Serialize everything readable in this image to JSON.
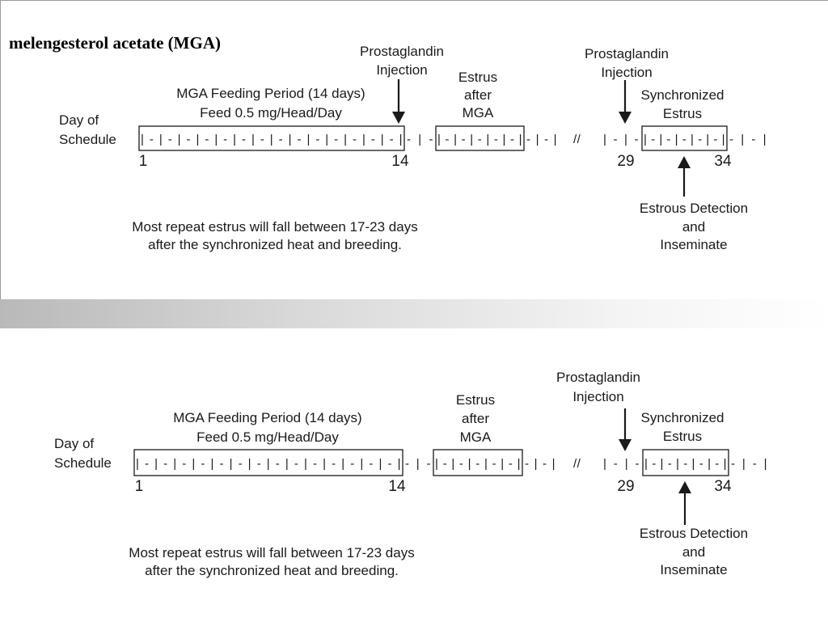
{
  "slides": [
    {
      "heading": "melengesterol acetate (MGA)",
      "day_of": "Day of",
      "schedule": "Schedule",
      "feeding_line1": "MGA Feeding Period (14 days)",
      "feeding_line2": "Feed 0.5 mg/Head/Day",
      "prostaglandin1_line1": "Prostaglandin",
      "prostaglandin1_line2": "Injection",
      "estrus_line1": "Estrus",
      "estrus_line2": "after",
      "estrus_line3": "MGA",
      "prostaglandin2_line1": "Prostaglandin",
      "prostaglandin2_line2": "Injection",
      "synchronized_line1": "Synchronized",
      "synchronized_line2": "Estrus",
      "ruler_feeding": "|-|-|-|-|-|-|-|-|-|-|-|-|-|-|",
      "ruler_gap1": "-|-",
      "ruler_estrus": "|-|-|-|-|-|",
      "ruler_gap2": "-|-|",
      "ruler_break": "//",
      "ruler_pre_sync": "|-|-",
      "ruler_sync": "|-|-|-|-|-|",
      "ruler_post_sync": "-|-|",
      "day_1": "1",
      "day_14": "14",
      "day_29": "29",
      "day_34": "34",
      "detection_line1": "Estrous Detection",
      "detection_line2": "and",
      "detection_line3": "Inseminate",
      "note_line1": "Most repeat estrus will fall between 17-23 days",
      "note_line2": "after the synchronized heat and breeding."
    },
    {
      "heading": "",
      "day_of": "Day of",
      "schedule": "Schedule",
      "feeding_line1": "MGA Feeding Period (14 days)",
      "feeding_line2": "Feed 0.5 mg/Head/Day",
      "prostaglandin1_line1": "",
      "prostaglandin1_line2": "",
      "estrus_line1": "Estrus",
      "estrus_line2": "after",
      "estrus_line3": "MGA",
      "prostaglandin2_line1": "Prostaglandin",
      "prostaglandin2_line2": "Injection",
      "synchronized_line1": "Synchronized",
      "synchronized_line2": "Estrus",
      "ruler_feeding": "|-|-|-|-|-|-|-|-|-|-|-|-|-|-|",
      "ruler_gap1": "-|-",
      "ruler_estrus": "|-|-|-|-|-|",
      "ruler_gap2": "-|-|",
      "ruler_break": "//",
      "ruler_pre_sync": "|-|-",
      "ruler_sync": "|-|-|-|-|-|",
      "ruler_post_sync": "-|-|",
      "day_1": "1",
      "day_14": "14",
      "day_29": "29",
      "day_34": "34",
      "detection_line1": "Estrous Detection",
      "detection_line2": "and",
      "detection_line3": "Inseminate",
      "note_line1": "Most repeat estrus will fall between 17-23 days",
      "note_line2": "after the synchronized heat and breeding."
    }
  ]
}
